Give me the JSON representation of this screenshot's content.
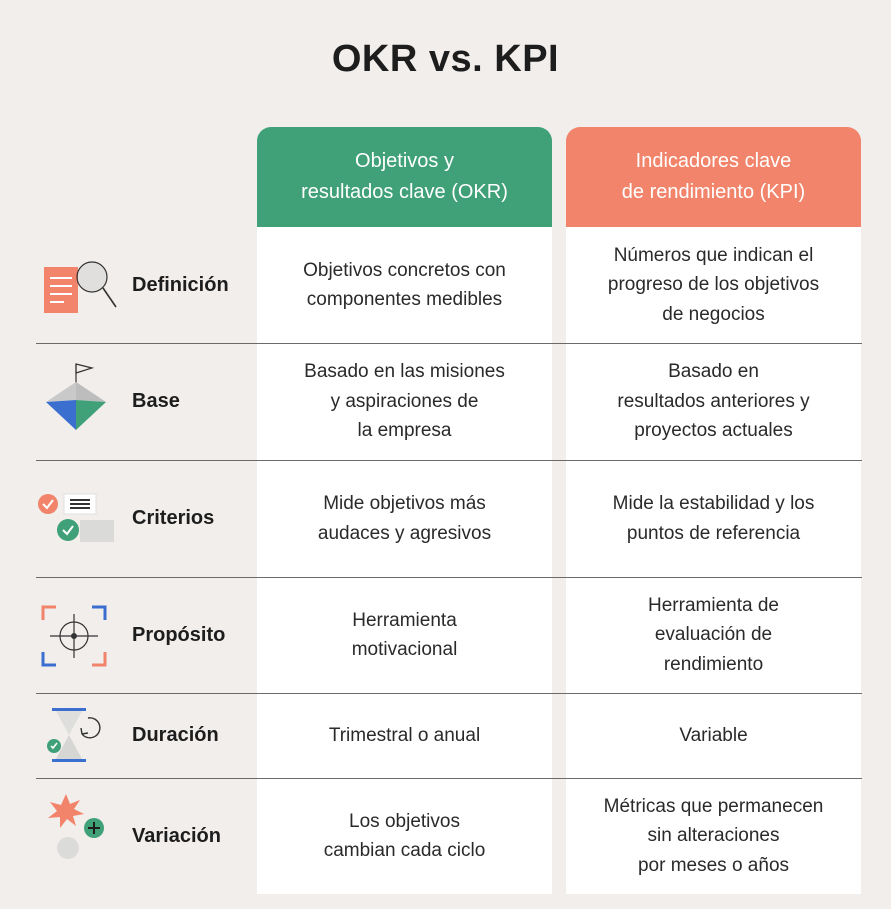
{
  "title": "OKR vs. KPI",
  "colors": {
    "okr_header": "#40a178",
    "kpi_header": "#f1846a",
    "background": "#f1eeec",
    "cell_background": "#ffffff",
    "divider": "#6b6b6b"
  },
  "columns": {
    "okr": {
      "lines": [
        "Objetivos y",
        "resultados clave (OKR)"
      ]
    },
    "kpi": {
      "lines": [
        "Indicadores clave",
        "de rendimiento (KPI)"
      ]
    }
  },
  "rows": [
    {
      "label": "Definición",
      "icon": "document-magnifier-icon",
      "okr": [
        "Objetivos concretos con",
        "componentes medibles"
      ],
      "kpi": [
        "Números que indican el",
        "progreso de los objetivos",
        "de negocios"
      ]
    },
    {
      "label": "Base",
      "icon": "flag-pyramid-icon",
      "okr": [
        "Basado en las misiones",
        "y aspiraciones de",
        "la empresa"
      ],
      "kpi": [
        "Basado en",
        "resultados anteriores y",
        "proyectos actuales"
      ]
    },
    {
      "label": "Criterios",
      "icon": "checklist-icon",
      "okr": [
        "Mide objetivos más",
        "audaces y agresivos"
      ],
      "kpi": [
        "Mide la estabilidad y los",
        "puntos de referencia"
      ]
    },
    {
      "label": "Propósito",
      "icon": "target-crosshair-icon",
      "okr": [
        "Herramienta",
        "motivacional"
      ],
      "kpi": [
        "Herramienta de",
        "evaluación de",
        "rendimiento"
      ]
    },
    {
      "label": "Duración",
      "icon": "hourglass-cycle-icon",
      "okr": [
        "Trimestral o anual"
      ],
      "kpi": [
        "Variable"
      ]
    },
    {
      "label": "Variación",
      "icon": "burst-plus-icon",
      "okr": [
        "Los objetivos",
        "cambian cada ciclo"
      ],
      "kpi": [
        "Métricas que permanecen",
        "sin alteraciones",
        "por meses o años"
      ]
    }
  ]
}
